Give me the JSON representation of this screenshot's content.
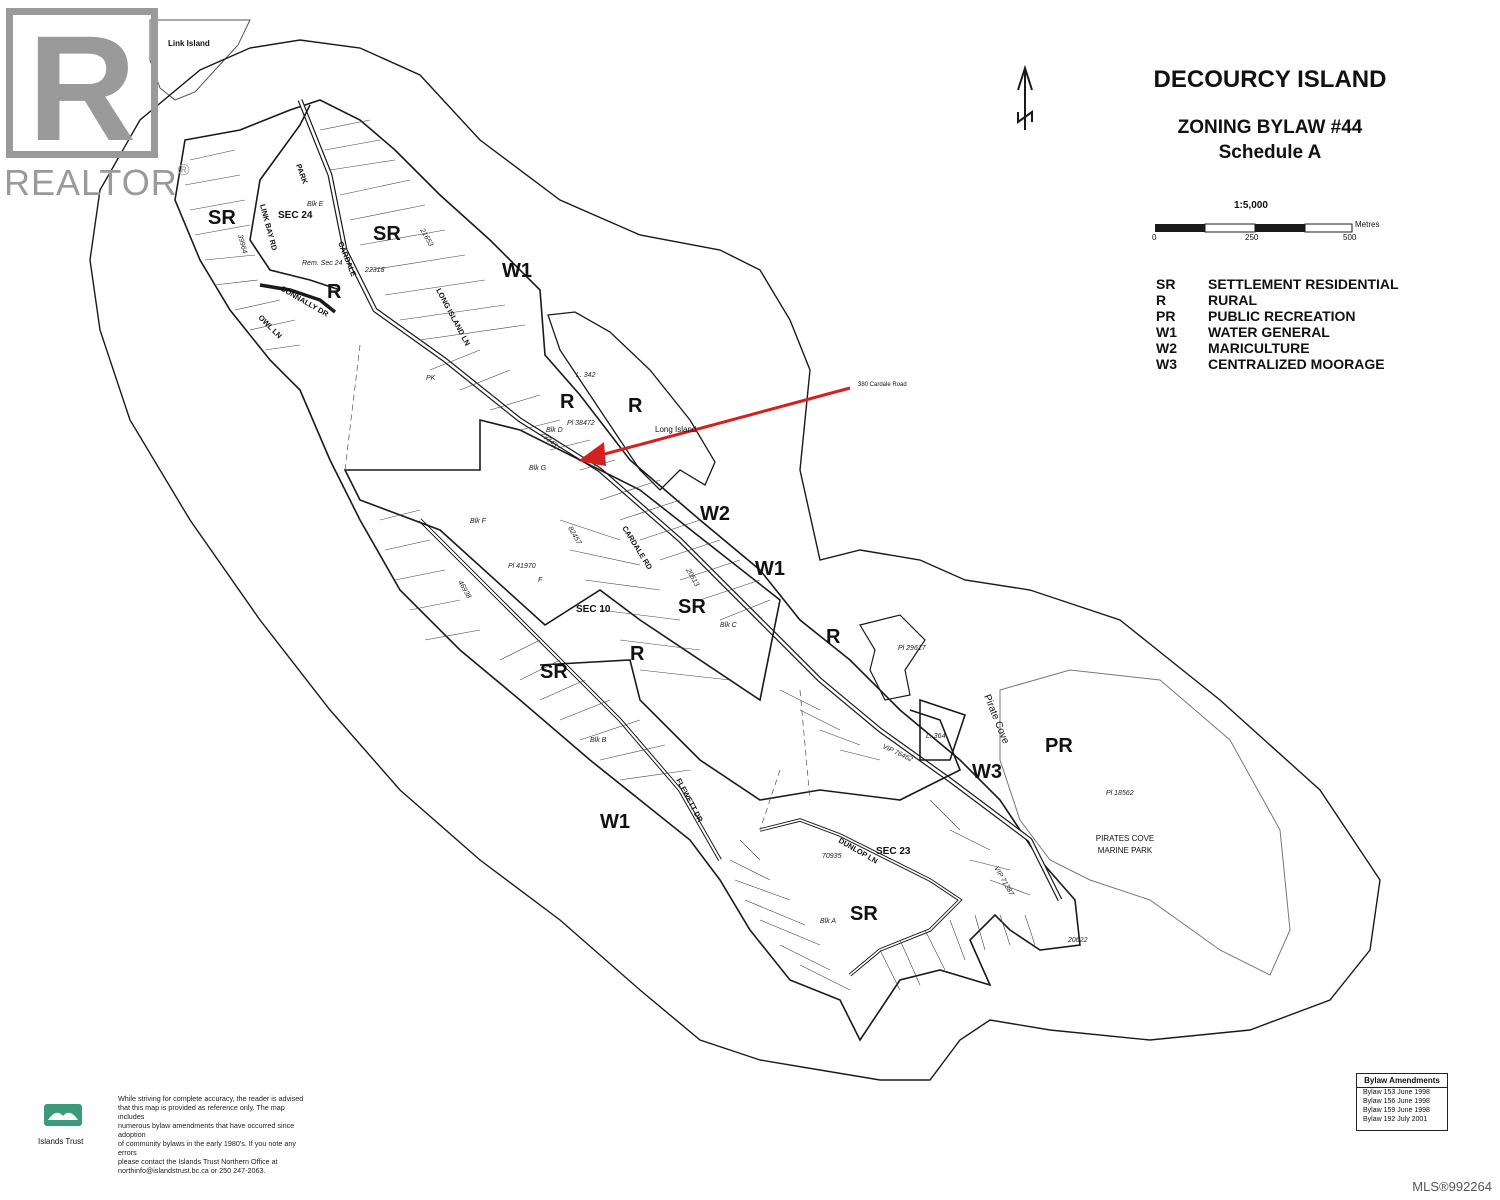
{
  "header": {
    "title": "DECOURCY ISLAND",
    "subtitle_line1": "ZONING BYLAW #44",
    "subtitle_line2": "Schedule A",
    "scale_ratio": "1:5,000",
    "scale_unit": "Metres",
    "scale_ticks": [
      "0",
      "250",
      "500"
    ]
  },
  "legend": [
    {
      "code": "SR",
      "label": "SETTLEMENT RESIDENTIAL"
    },
    {
      "code": "R",
      "label": "RURAL"
    },
    {
      "code": "PR",
      "label": "PUBLIC RECREATION"
    },
    {
      "code": "W1",
      "label": "WATER GENERAL"
    },
    {
      "code": "W2",
      "label": "MARICULTURE"
    },
    {
      "code": "W3",
      "label": "CENTRALIZED MOORAGE"
    }
  ],
  "watermark": {
    "brand": "REALTOR",
    "mark": "®"
  },
  "mls": "MLS®992264",
  "place_labels": {
    "link_island": "Link Island",
    "long_island": "Long Island",
    "pirate_cove": "Pirate Cove",
    "marine_park_1": "PIRATES COVE",
    "marine_park_2": "MARINE PARK",
    "subject": "380 Cardale Road"
  },
  "zones": {
    "sr_nw": "SR",
    "sr_north": "SR",
    "sr_mid": "SR",
    "sr_west": "SR",
    "sr_south": "SR",
    "r_north": "R",
    "r_mid1": "R",
    "r_mid2": "R",
    "r_central": "R",
    "r_east": "R",
    "w1_north": "W1",
    "w1_east": "W1",
    "w1_south": "W1",
    "w2": "W2",
    "w3": "W3",
    "pr": "PR"
  },
  "sections": {
    "sec24": "SEC 24",
    "sec10": "SEC 10",
    "sec23": "SEC 23"
  },
  "roads": {
    "cardale": "CARDALE",
    "cardale_rd": "CARDALE RD",
    "long_island_ln": "LONG ISLAND LN",
    "link_bay_rd": "LINK BAY RD",
    "connally_dr": "CONNALLY DR",
    "owl_ln": "OWL LN",
    "dunlop_ln": "DUNLOP LN",
    "flewett_dr": "FLEWETT DR",
    "park": "PARK",
    "vip": "VIP"
  },
  "plans": {
    "pl38472": "Pl 38472",
    "pl41970": "Pl 41970",
    "pl29617": "Pl 29617",
    "pl18562": "Pl 18562",
    "pl22318": "22318",
    "pl23343": "23343",
    "pl20513": "20513",
    "pl82457": "82457",
    "pl46938": "46938",
    "pl70935": "70935",
    "pl20622": "20622",
    "pl39964": "39964",
    "pl21653": "21653",
    "vip76462": "VIP 76462",
    "vip71387": "VIP 71387",
    "l342": "L. 342",
    "l364": "L. 364",
    "rem24": "Rem. Sec 24",
    "blkD": "Blk D",
    "blkG": "Blk G",
    "blkF": "Blk F",
    "blkC": "Blk C",
    "blkB": "Blk B",
    "blkA": "Blk A",
    "blkE": "Blk E",
    "pk": "PK",
    "F": "F"
  },
  "footer": {
    "org": "Islands Trust",
    "disclaimer": [
      "While striving for complete accuracy, the reader is advised",
      "that this map is provided as reference only.  The map includes",
      "numerous bylaw amendments that have occurred since adoption",
      "of community bylaws in the early 1980's.  If you note any errors",
      "please contact the Islands Trust Northern Office at",
      "northinfo@islandstrust.bc.ca or 250 247-2063."
    ],
    "amendments_title": "Bylaw Amendments",
    "amendments": [
      "Bylaw 153  June 1998",
      "Bylaw 156  June 1998",
      "Bylaw 159  June 1998",
      "Bylaw 192  July 2001"
    ]
  },
  "colors": {
    "line": "#1a1a1a",
    "arrow": "#d42020",
    "watermark": "#9a9a9a"
  }
}
